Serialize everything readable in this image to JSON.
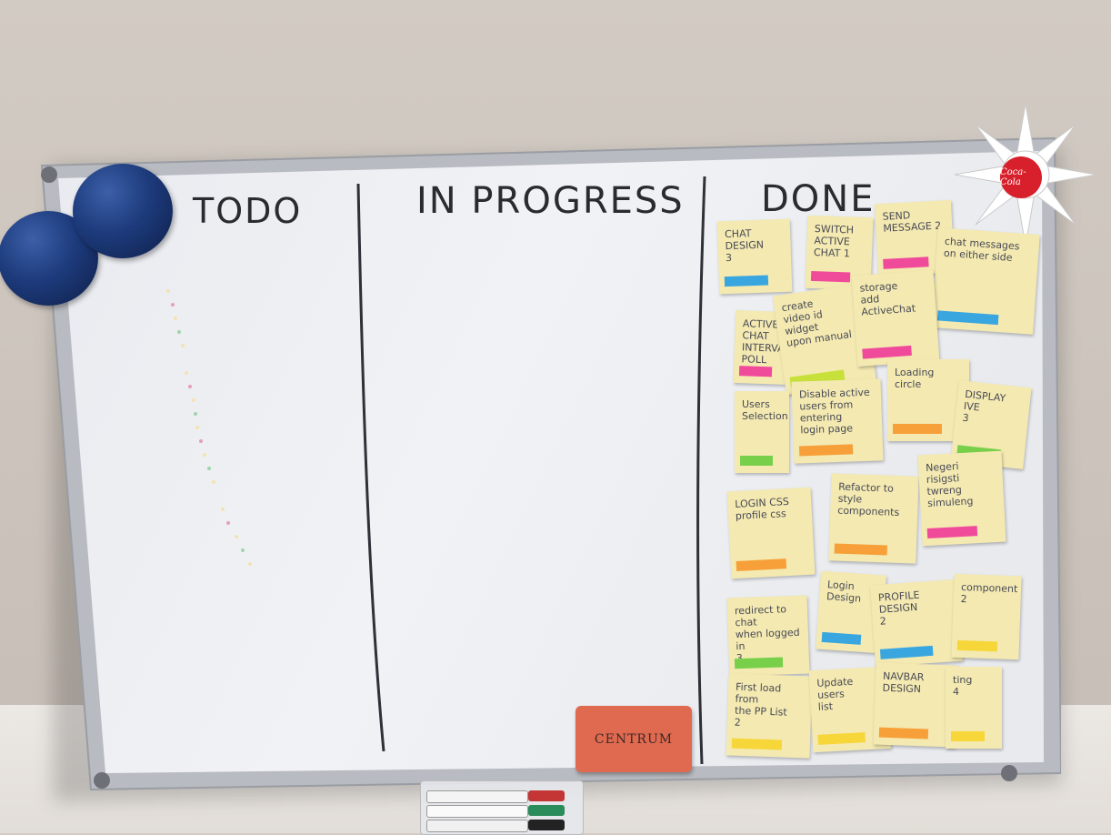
{
  "board": {
    "columns": [
      "TODO",
      "IN PROGRESS",
      "DONE"
    ]
  },
  "notes": [
    {
      "text": "CHAT\nDESIGN\n3",
      "tab": "#3aa6e0"
    },
    {
      "text": "SWITCH\nACTIVE\nCHAT 1",
      "tab": "#f04a9a"
    },
    {
      "text": "SEND\nMESSAGE 2",
      "tab": "#f04a9a"
    },
    {
      "text": "chat messages\non either side",
      "tab": "#3aa6e0"
    },
    {
      "text": "ACTIVE\nCHAT\nINTERVAL POLL",
      "tab": "#f04a9a"
    },
    {
      "text": "create\nvideo id\nwidget\nupon manual",
      "tab": "#c8e03a"
    },
    {
      "text": "storage\nadd ActiveChat",
      "tab": "#f04a9a"
    },
    {
      "text": "Users Selection",
      "tab": "#78d04a"
    },
    {
      "text": "Disable active\nusers from entering\nlogin page",
      "tab": "#f7a03a"
    },
    {
      "text": "Loading\ncircle",
      "tab": "#f7a03a"
    },
    {
      "text": "DISPLAY\nIVE\n3",
      "tab": "#78d04a"
    },
    {
      "text": "LOGIN CSS\nprofile css",
      "tab": "#f7a03a"
    },
    {
      "text": "Refactor to\nstyle components",
      "tab": "#f7a03a"
    },
    {
      "text": "Negeri\nrisigsti\ntwreng\nsimuleng",
      "tab": "#f04a9a"
    },
    {
      "text": "redirect to\nchat\nwhen logged in\n3",
      "tab": "#78d04a"
    },
    {
      "text": "Login\nDesign",
      "tab": "#3aa6e0"
    },
    {
      "text": "PROFILE\nDESIGN\n2",
      "tab": "#3aa6e0"
    },
    {
      "text": "component\n2",
      "tab": "#f7d63a"
    },
    {
      "text": "First load\nfrom\nthe PP List\n2",
      "tab": "#f7d63a"
    },
    {
      "text": "Update\nusers\nlist",
      "tab": "#f7d63a"
    },
    {
      "text": "NAVBAR\nDESIGN",
      "tab": "#f7a03a"
    },
    {
      "text": "ting\n4",
      "tab": "#f7d63a"
    }
  ],
  "eraser": {
    "label": "CENTRUM"
  },
  "sticker": {
    "label": "Coca-Cola"
  },
  "colors": {
    "board": "#eef0f4",
    "frame": "#b9bcc2",
    "marker_line": "#2f3038",
    "ornament": "#1d3b7c"
  }
}
